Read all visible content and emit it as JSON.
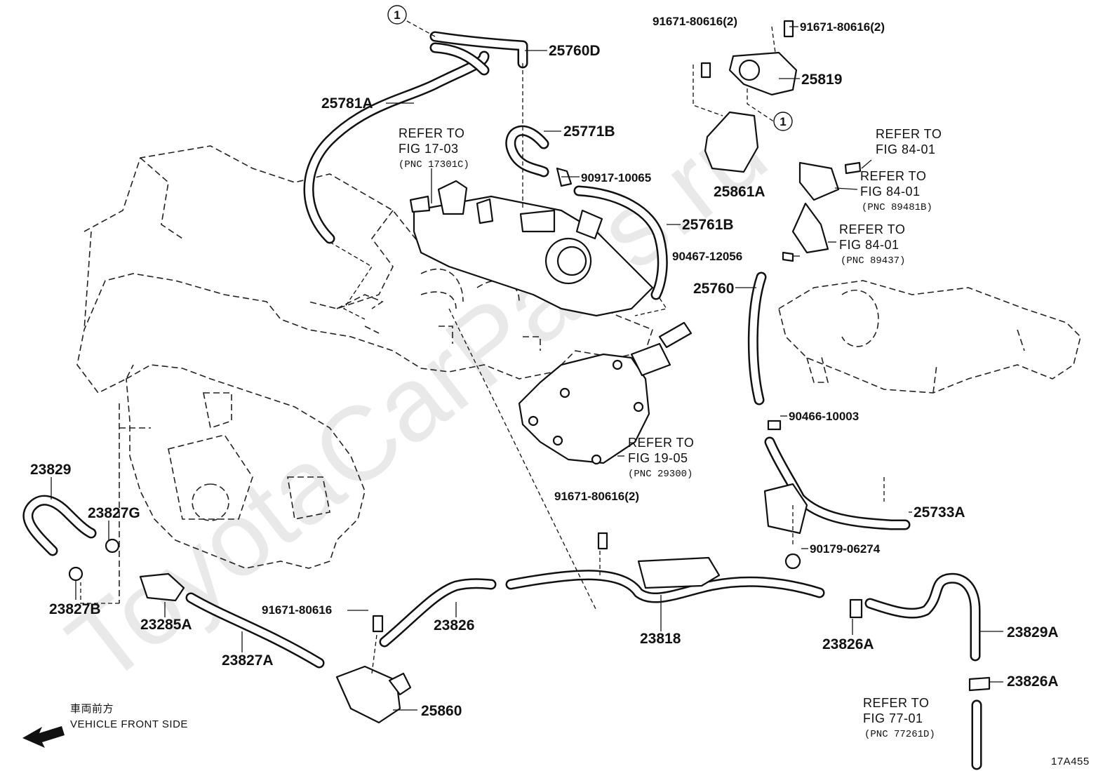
{
  "watermark": "ToyotaCarParts.ru",
  "figure_code": "17A455",
  "direction_note": {
    "japanese": "車両前方",
    "english": "VEHICLE FRONT SIDE"
  },
  "part_labels": {
    "p25760D": "25760D",
    "p25781A": "25781A",
    "p25771B": "25771B",
    "p90917": "90917-10065",
    "p25761B": "25761B",
    "p91671_top_left": "91671-80616(2)",
    "p91671_top_right": "91671-80616(2)",
    "p25819": "25819",
    "p25861A": "25861A",
    "p90467": "90467-12056",
    "p25760": "25760",
    "p90466": "90466-10003",
    "p25733A": "25733A",
    "p90179": "90179-06274",
    "p23829": "23829",
    "p23827G": "23827G",
    "p23827B": "23827B",
    "p23285A": "23285A",
    "p23827A": "23827A",
    "p91671_single": "91671-80616",
    "p25860": "25860",
    "p23826": "23826",
    "p91671_mid": "91671-80616(2)",
    "p23818": "23818",
    "p23826A_1": "23826A",
    "p23829A": "23829A",
    "p23826A_2": "23826A"
  },
  "callout_marker": "1",
  "references": {
    "ref_17_03": {
      "line1": "REFER TO",
      "line2": "FIG 17-03",
      "line3": "(PNC 17301C)"
    },
    "ref_84_01_a": {
      "line1": "REFER TO",
      "line2": "FIG 84-01"
    },
    "ref_84_01_b": {
      "line1": "REFER TO",
      "line2": "FIG 84-01",
      "line3": "(PNC 89481B)"
    },
    "ref_84_01_c": {
      "line1": "REFER TO",
      "line2": "FIG 84-01",
      "line3": "(PNC 89437)"
    },
    "ref_19_05": {
      "line1": "REFER TO",
      "line2": "FIG 19-05",
      "line3": "(PNC 29300)"
    },
    "ref_77_01": {
      "line1": "REFER TO",
      "line2": "FIG 77-01",
      "line3": "(PNC 77261D)"
    }
  }
}
